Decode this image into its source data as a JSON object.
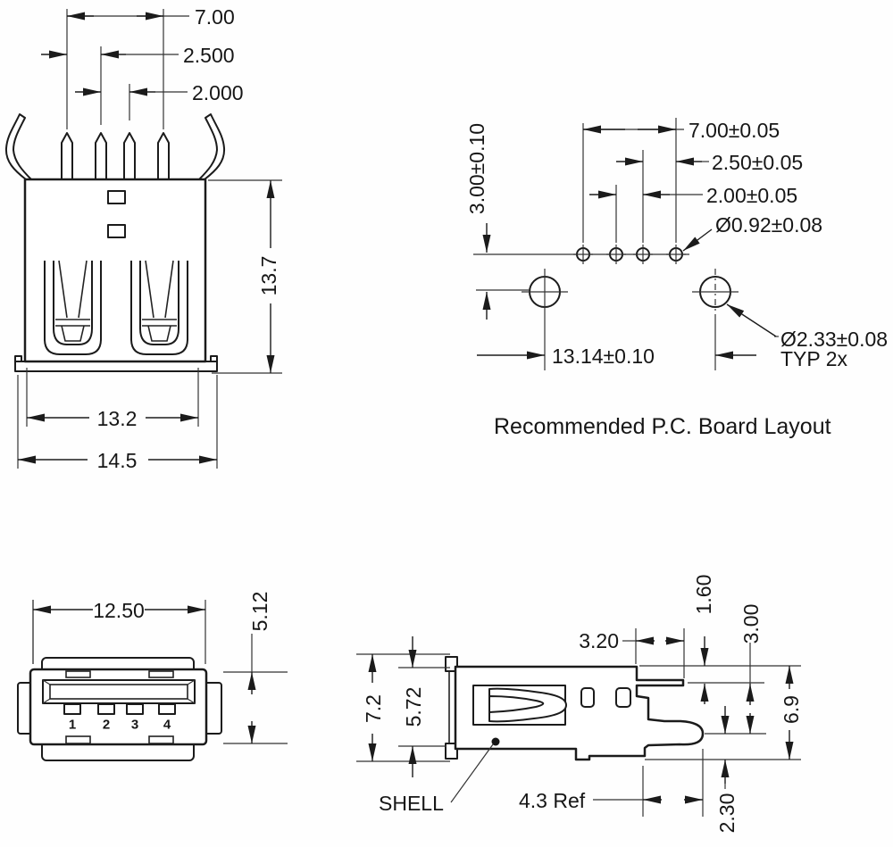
{
  "drawing": {
    "rear_view": {
      "dim_pin_span": "7.00",
      "dim_pin_pitch_outer": "2.500",
      "dim_pin_pitch_inner": "2.000",
      "dim_height": "13.7",
      "dim_body_width": "13.2",
      "dim_flange_width": "14.5"
    },
    "pcb_layout": {
      "dim_span": "7.00±0.05",
      "dim_pitch_outer": "2.50±0.05",
      "dim_pitch_inner": "2.00±0.05",
      "dim_pin_hole": "Ø0.92±0.08",
      "dim_row_offset": "3.00±0.10",
      "dim_mount_spacing": "13.14±0.10",
      "dim_mount_hole": "Ø2.33±0.08",
      "dim_mount_hole_qty": "TYP 2x",
      "caption": "Recommended P.C. Board Layout"
    },
    "front_view": {
      "dim_width": "12.50",
      "dim_height": "5.12",
      "pin_numbers": [
        "1",
        "2",
        "3",
        "4"
      ]
    },
    "side_view": {
      "dim_pin_length": "3.20",
      "dim_pin_offset": "1.60",
      "dim_peg_offset": "3.00",
      "dim_total_height": "7.2",
      "dim_shell_height": "5.72",
      "dim_depth": "6.9",
      "dim_peg_drop": "2.30",
      "dim_peg_length": "4.3 Ref",
      "shell_label": "SHELL"
    }
  }
}
